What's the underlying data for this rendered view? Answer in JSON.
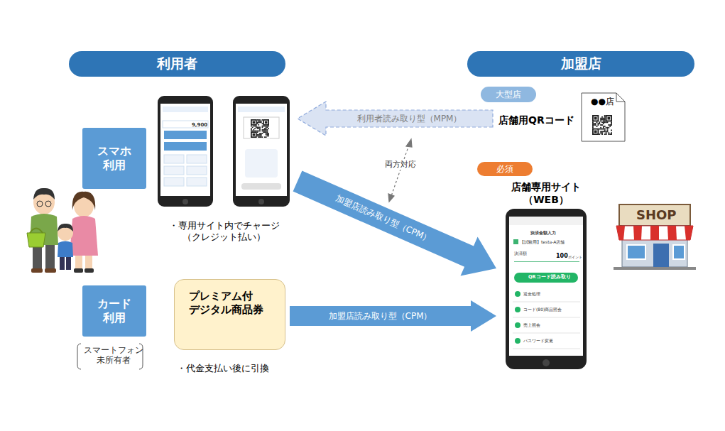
{
  "diagram": {
    "nodes": [
      {
        "text": [
          "利用者"
        ]
      },
      {
        "text": [
          "加盟店"
        ]
      },
      {
        "text": [
          "スマホ 利用"
        ]
      },
      {
        "text": [
          "カード 利用"
        ]
      },
      {
        "text": [
          "プレミアム付 デジタル商品券"
        ]
      },
      {
        "text": [
          "・専用サイト内でチャージ （クレジット払い）"
        ]
      },
      {
        "text": [
          "大型店"
        ]
      },
      {
        "text": [
          "店舗用QRコード",
          "●●店"
        ]
      },
      {
        "text": [
          "必須"
        ]
      },
      {
        "text": [
          "店舗専用サイト （WEB）"
        ]
      }
    ],
    "edges": [
      {
        "from": 7,
        "to": 5,
        "label": "利用者読み取り型（MPM）",
        "arrow": "to"
      },
      {
        "from": 5,
        "to": 9,
        "label": "加盟店読み取り型（CPM）",
        "arrow": "to"
      },
      {
        "from": 4,
        "to": 9,
        "label": "加盟店読み取り型（CPM）",
        "arrow": "to"
      }
    ],
    "labels": [
      "両方対応",
      "スマートフォン 未所有者",
      "・代金支払い後に引換",
      "9,900",
      "決済金額入力",
      "【試験用】testa-A店舗",
      "決済額",
      "100",
      "ポイント",
      "QRコード読み取り",
      "返金処理",
      "コード(80)商品照会",
      "売上照会",
      "パスワード変更",
      "SHOP"
    ]
  }
}
